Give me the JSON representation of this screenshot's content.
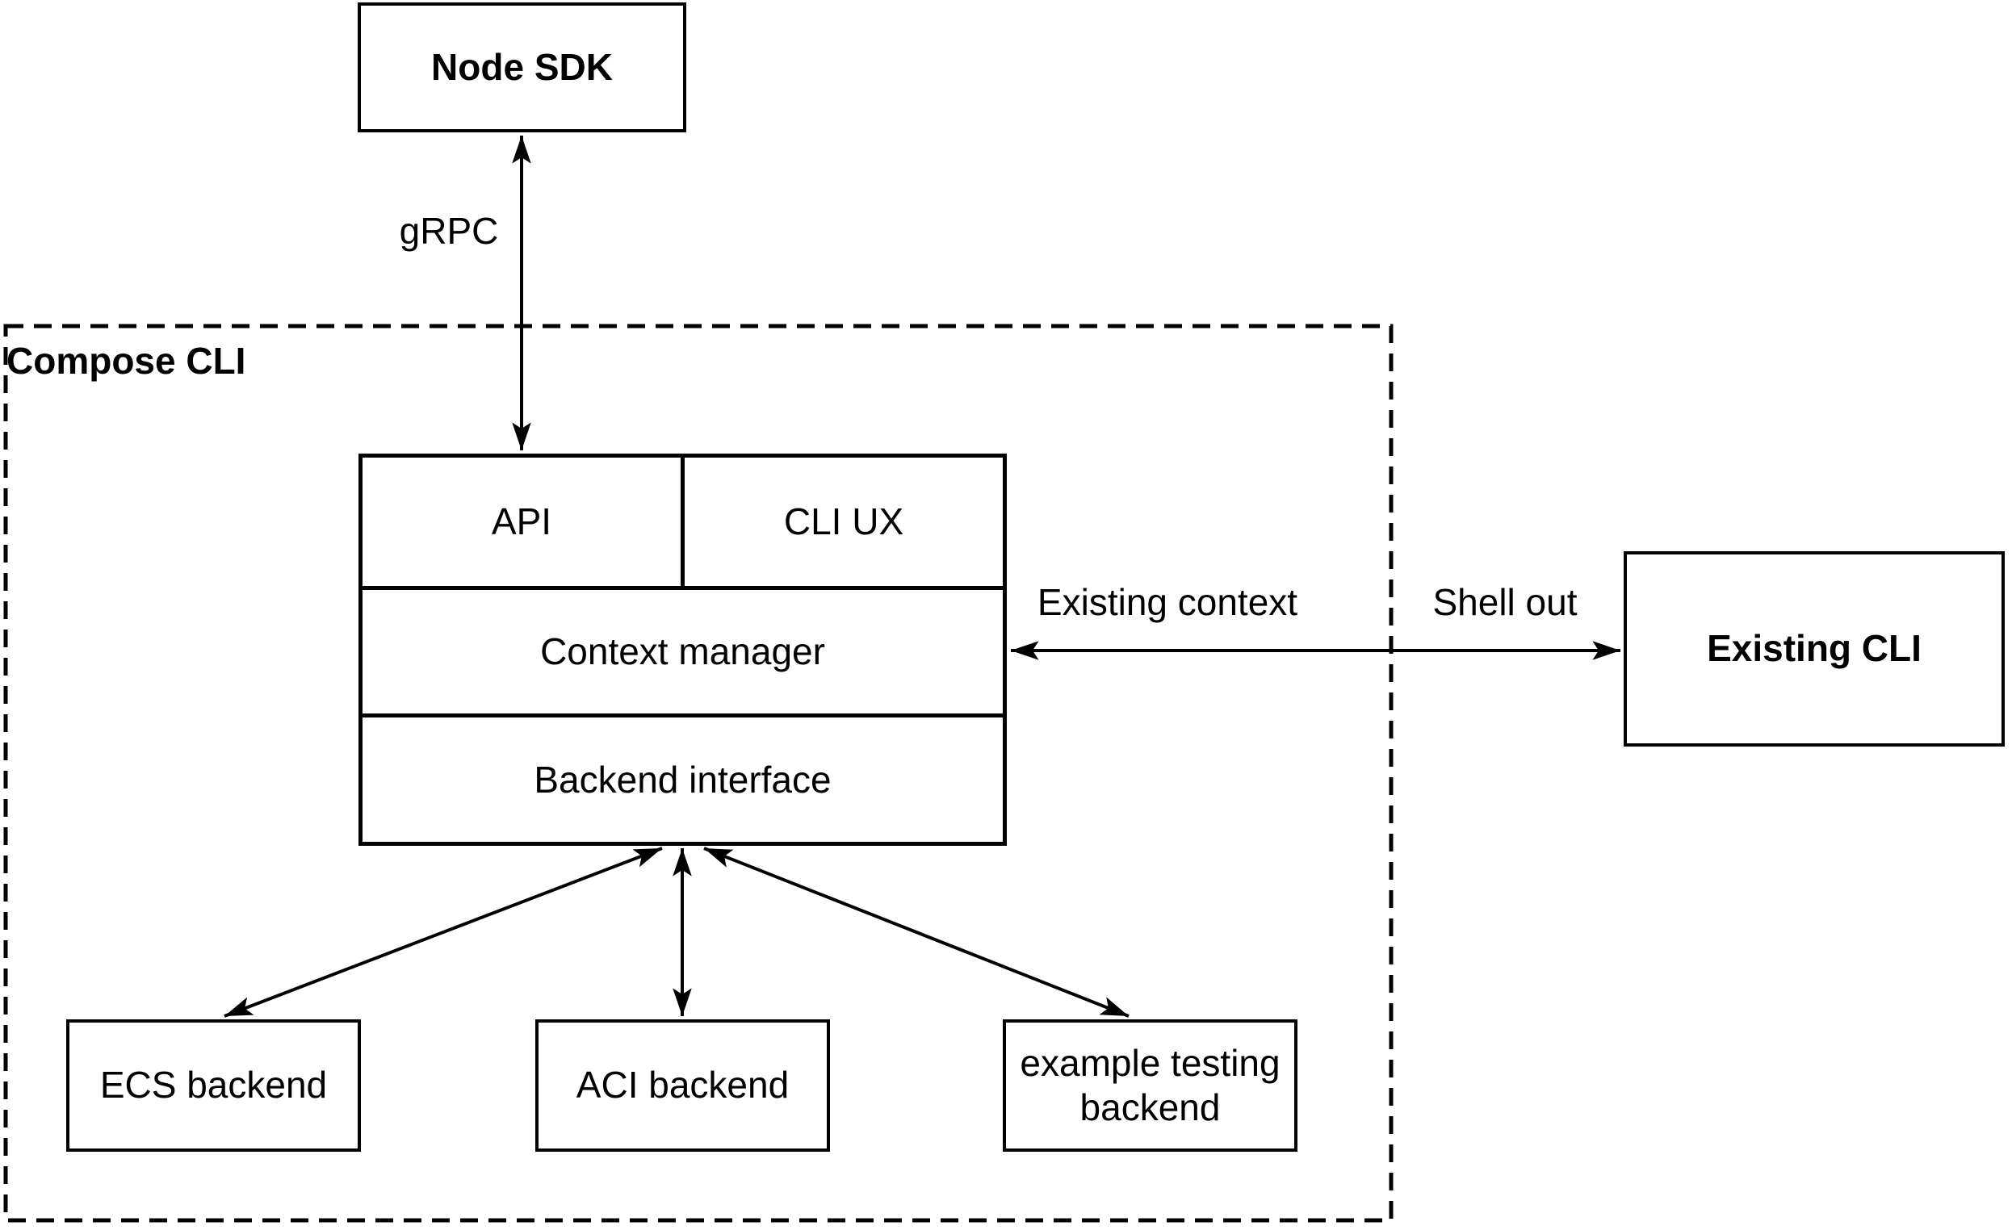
{
  "diagram": {
    "background": "#ffffff",
    "stroke_color": "#000000",
    "nodes": {
      "node_sdk": {
        "label": "Node SDK"
      },
      "compose_cli_container": {
        "label": "Compose CLI"
      },
      "api": {
        "label": "API"
      },
      "cli_ux": {
        "label": "CLI UX"
      },
      "context_manager": {
        "label": "Context manager"
      },
      "backend_interface": {
        "label": "Backend interface"
      },
      "ecs_backend": {
        "label": "ECS backend"
      },
      "aci_backend": {
        "label": "ACI backend"
      },
      "example_testing_backend": {
        "label": "example testing backend"
      },
      "existing_cli": {
        "label": "Existing CLI"
      }
    },
    "edges": {
      "grpc": {
        "label": "gRPC"
      },
      "existing_context": {
        "label": "Existing context"
      },
      "shell_out": {
        "label": "Shell out"
      }
    }
  }
}
